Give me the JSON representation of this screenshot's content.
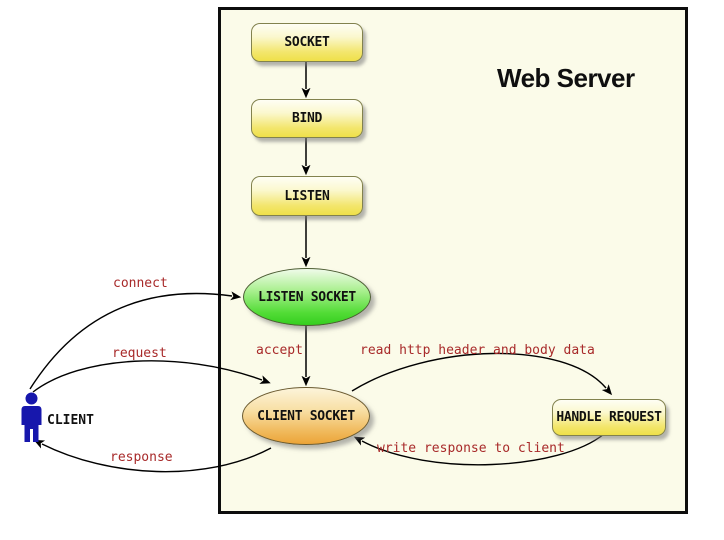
{
  "diagram": {
    "title": "Web Server",
    "nodes": {
      "socket": {
        "label": "SOCKET"
      },
      "bind": {
        "label": "BIND"
      },
      "listen": {
        "label": "LISTEN"
      },
      "listen_socket": {
        "label": "LISTEN SOCKET"
      },
      "client_socket": {
        "label": "CLIENT SOCKET"
      },
      "handle_request": {
        "label": "HANDLE REQUEST"
      },
      "client": {
        "label": "CLIENT"
      }
    },
    "edge_labels": {
      "connect": "connect",
      "accept": "accept",
      "request": "request",
      "response": "response",
      "read_http": "read http header and body data",
      "write_response": "write response to client"
    },
    "colors": {
      "server_box_bg": "#FBFBE9",
      "server_box_border": "#0d0d0d",
      "node_yellow": "#EFE049",
      "listen_socket_green": "#3CD226",
      "client_socket_orange": "#ECA438",
      "edge_label_red": "#A82A2A",
      "client_person_blue": "#1717AC",
      "arrow": "#000000"
    }
  }
}
